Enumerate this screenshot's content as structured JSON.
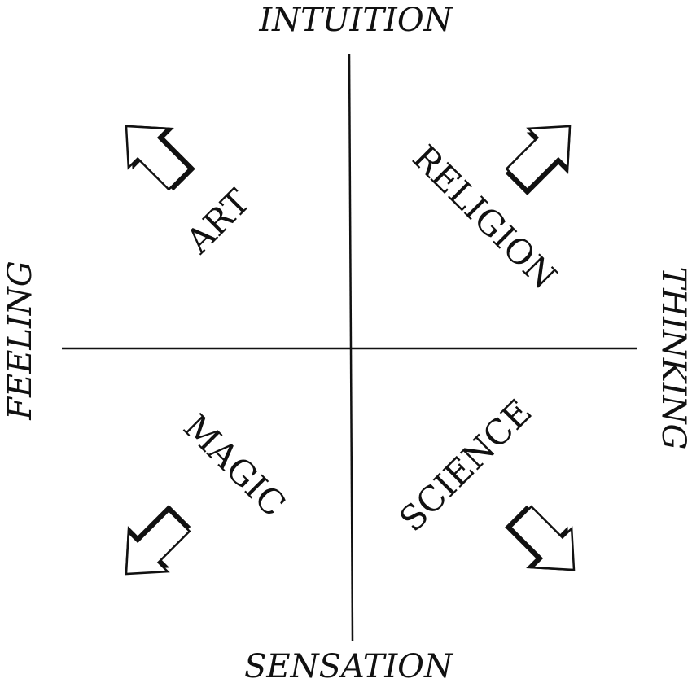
{
  "axes": {
    "top": "INTUITION",
    "bottom": "SENSATION",
    "left": "FEELING",
    "right": "THINKING"
  },
  "quadrants": {
    "top_left": "ART",
    "top_right": "RELIGION",
    "bottom_left": "MAGIC",
    "bottom_right": "SCIENCE"
  },
  "arrows": [
    {
      "direction": "up-left",
      "icon": "arrow-up-left-icon"
    },
    {
      "direction": "up-right",
      "icon": "arrow-up-right-icon"
    },
    {
      "direction": "down-left",
      "icon": "arrow-down-left-icon"
    },
    {
      "direction": "down-right",
      "icon": "arrow-down-right-icon"
    }
  ],
  "colors": {
    "ink": "#111111",
    "background": "#ffffff"
  }
}
